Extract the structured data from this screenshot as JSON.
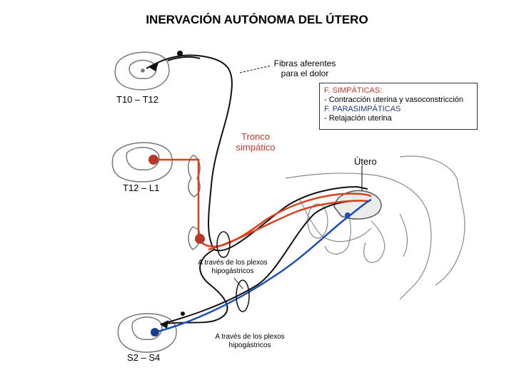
{
  "title": "INERVACIÓN   AUTÓNOMA DEL ÚTERO",
  "labels": {
    "afferent_line1": "Fibras aferentes",
    "afferent_line2": "para el dolor",
    "t10_t12": "T10 – T12",
    "t12_l1": "T12 – L1",
    "s2_s4": "S2 – S4",
    "tronco_line1": "Tronco",
    "tronco_line2": "simpático",
    "utero": "Útero",
    "plexos1_line1": "A través de los plexos",
    "plexos1_line2": "hipogástricos",
    "plexos2_line1": "A través de los plexos",
    "plexos2_line2": "hipogástricos"
  },
  "legend": {
    "simp_title": "F. SIMPÁTICAS:",
    "simp_desc": "- Contracción uterina y vasoconstricción",
    "para_title": "F. PARASIMPÁTICAS",
    "para_desc": "- Relajación uterina"
  },
  "colors": {
    "sympathetic": "#d9411e",
    "parasympathetic": "#1f4fb5",
    "afferent": "#111111",
    "anatomy": "#777777"
  }
}
